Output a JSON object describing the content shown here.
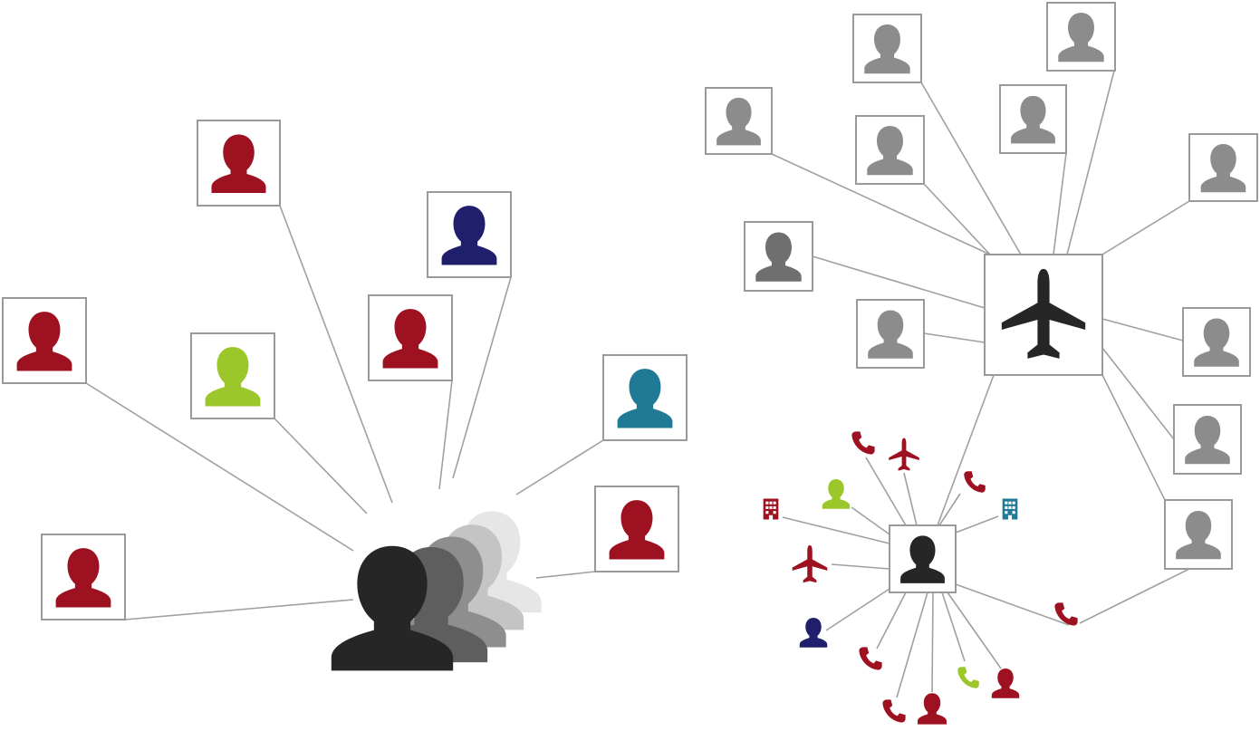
{
  "colors": {
    "background": "#ffffff",
    "frame_stroke": "#9a9a9a",
    "link_stroke": "#a0a0a0",
    "red": "#9e1120",
    "navy": "#1f1f6b",
    "lime": "#9bc72a",
    "teal": "#207a96",
    "gray": "#8c8c8c",
    "dark_gray": "#6f6f6f",
    "black": "#262626"
  },
  "left_network": {
    "hub": "stacked-person-silhouettes",
    "nodes": [
      {
        "icon": "person-icon",
        "color": "red"
      },
      {
        "icon": "person-icon",
        "color": "navy"
      },
      {
        "icon": "person-icon",
        "color": "red"
      },
      {
        "icon": "person-icon",
        "color": "lime"
      },
      {
        "icon": "person-icon",
        "color": "red"
      },
      {
        "icon": "person-icon",
        "color": "teal"
      },
      {
        "icon": "person-icon",
        "color": "red"
      },
      {
        "icon": "person-icon",
        "color": "red"
      }
    ]
  },
  "right_network": {
    "hub": {
      "icon": "airplane-icon",
      "color": "black"
    },
    "nodes": [
      {
        "icon": "person-icon",
        "color": "gray"
      },
      {
        "icon": "person-icon",
        "color": "gray"
      },
      {
        "icon": "person-icon",
        "color": "gray"
      },
      {
        "icon": "person-icon",
        "color": "gray"
      },
      {
        "icon": "person-icon",
        "color": "gray"
      },
      {
        "icon": "person-icon",
        "color": "gray"
      },
      {
        "icon": "person-icon",
        "color": "dark_gray"
      },
      {
        "icon": "person-icon",
        "color": "gray"
      },
      {
        "icon": "person-icon",
        "color": "gray"
      },
      {
        "icon": "person-icon",
        "color": "gray"
      },
      {
        "icon": "person-icon",
        "color": "gray"
      }
    ],
    "sub_hub": {
      "icon": "person-icon",
      "color": "black"
    },
    "sub_hub_links": [
      {
        "icon": "phone-icon",
        "color": "red"
      },
      {
        "icon": "airplane-icon",
        "color": "red"
      },
      {
        "icon": "phone-icon",
        "color": "red"
      },
      {
        "icon": "person-icon",
        "color": "lime"
      },
      {
        "icon": "building-icon",
        "color": "red"
      },
      {
        "icon": "building-icon",
        "color": "teal"
      },
      {
        "icon": "airplane-icon",
        "color": "red"
      },
      {
        "icon": "person-icon",
        "color": "navy"
      },
      {
        "icon": "phone-icon",
        "color": "red"
      },
      {
        "icon": "phone-icon",
        "color": "red"
      },
      {
        "icon": "person-icon",
        "color": "red"
      },
      {
        "icon": "phone-icon",
        "color": "lime"
      },
      {
        "icon": "person-icon",
        "color": "red"
      },
      {
        "icon": "phone-icon",
        "color": "red"
      }
    ]
  }
}
